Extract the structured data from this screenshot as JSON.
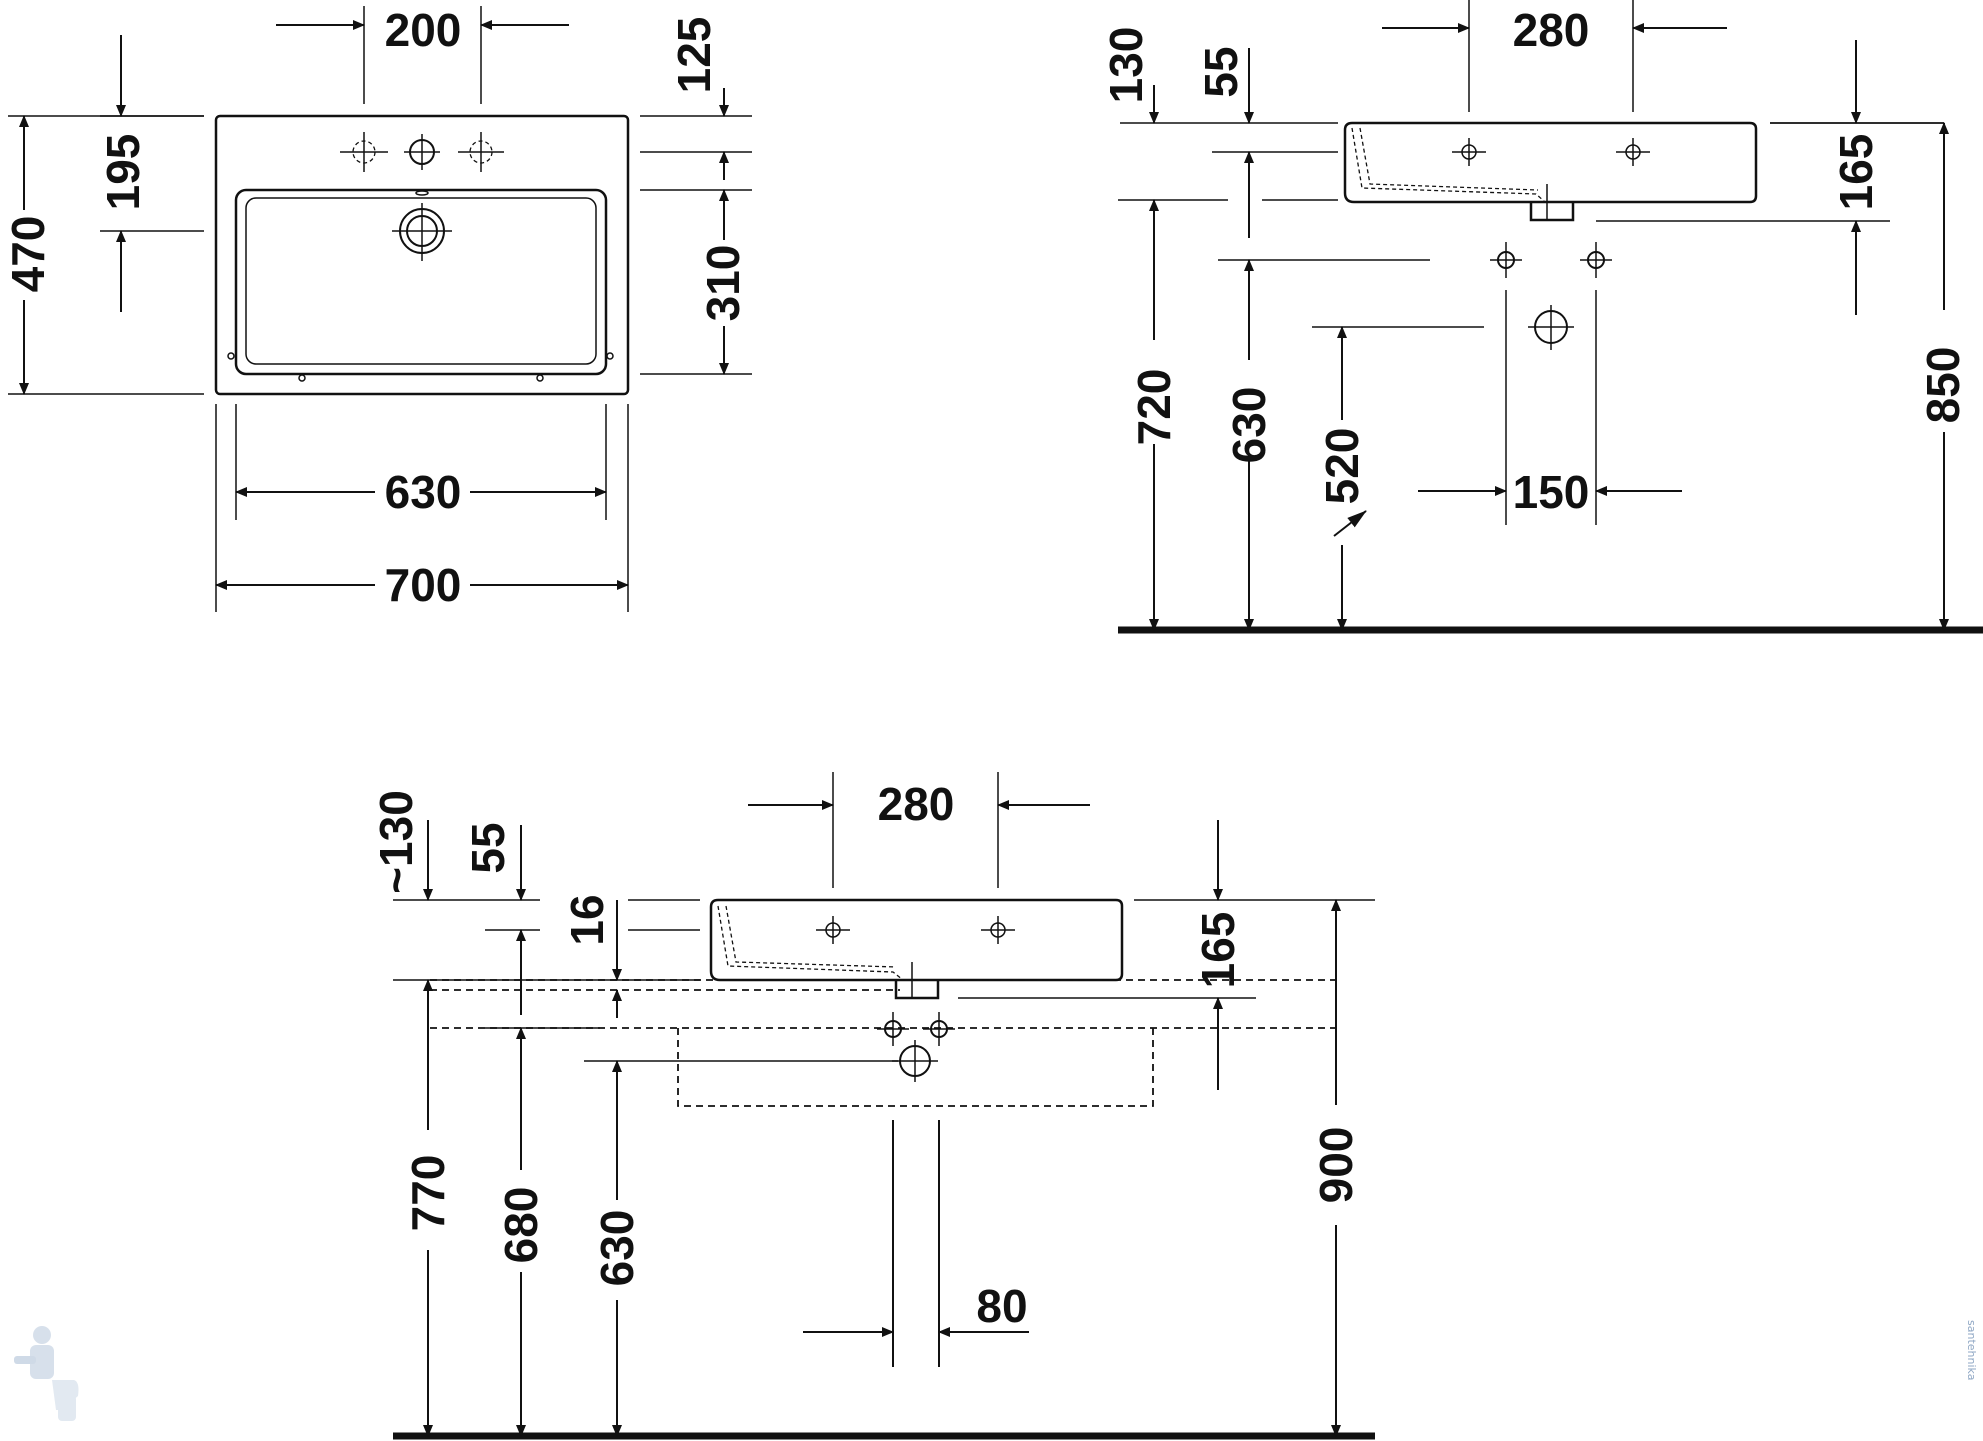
{
  "top_view": {
    "holes_spacing": "200",
    "back_to_tap": "125",
    "tap_to_drain": "195",
    "depth": "470",
    "basin_depth": "310",
    "basin_width": "630",
    "total_width": "700"
  },
  "side_view_wall": {
    "tap_spacing": "280",
    "depth_130": "130",
    "drop_55": "55",
    "overflow_165": "165",
    "height_720": "720",
    "height_630": "630",
    "height_520": "520",
    "height_850": "850",
    "supply_spacing": "150"
  },
  "side_view_cabinet": {
    "tap_spacing": "280",
    "depth_130": "~130",
    "drop_55": "55",
    "gap_16": "16",
    "overflow_165": "165",
    "height_770": "770",
    "height_680": "680",
    "height_630": "630",
    "height_900": "900",
    "pipe_width": "80"
  },
  "watermark": "santehnika"
}
